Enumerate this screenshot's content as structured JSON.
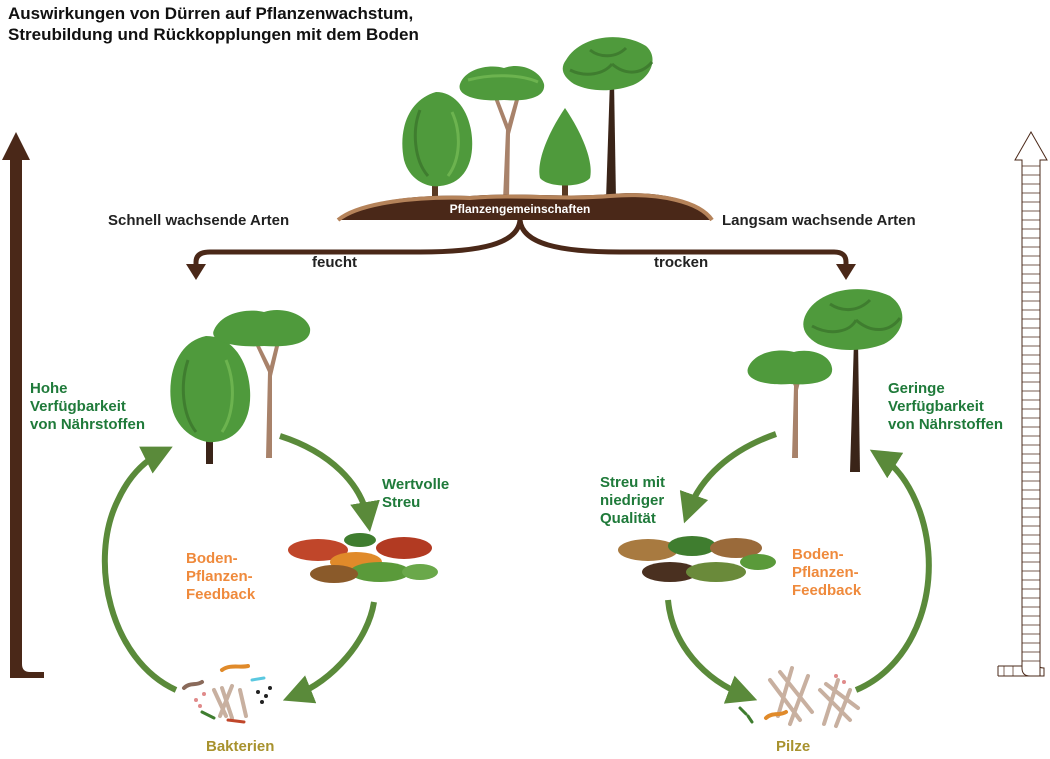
{
  "title": {
    "line1": "Auswirkungen von Dürren auf Pflanzenwachstum,",
    "line2": "Streubildung und Rückkopplungen mit dem Boden"
  },
  "top": {
    "community_label": "Pflanzengemeinschaften",
    "left_label": "Schnell wachsende Arten",
    "right_label": "Langsam wachsende Arten",
    "wet_label": "feucht",
    "dry_label": "trocken"
  },
  "left_cycle": {
    "nutrients": [
      "Hohe",
      "Verfügbarkeit",
      "von Nährstoffen"
    ],
    "litter": [
      "Wertvolle",
      "Streu"
    ],
    "feedback": [
      "Boden-",
      "Pflanzen-",
      "Feedback"
    ],
    "decomposer": "Bakterien"
  },
  "right_cycle": {
    "nutrients": [
      "Geringe",
      "Verfügbarkeit",
      "von Nährstoffen"
    ],
    "litter": [
      "Streu mit",
      "niedriger",
      "Qualität"
    ],
    "feedback": [
      "Boden-",
      "Pflanzen-",
      "Feedback"
    ],
    "decomposer": "Pilze"
  },
  "colors": {
    "dark_brown": "#4a2818",
    "cycle_green": "#5a8a3a",
    "label_green": "#1f7a3a",
    "feedback_orange": "#ef8a3c",
    "decomposer_olive": "#a8922e",
    "tree_green": "#4f9a3c"
  },
  "icons": [
    "deciduous-tree-icon",
    "umbrella-pine-tree-icon",
    "conifer-tree-icon",
    "araucaria-tree-icon",
    "leaf-litter-icon",
    "bacteria-icon",
    "fungi-hyphae-icon"
  ]
}
